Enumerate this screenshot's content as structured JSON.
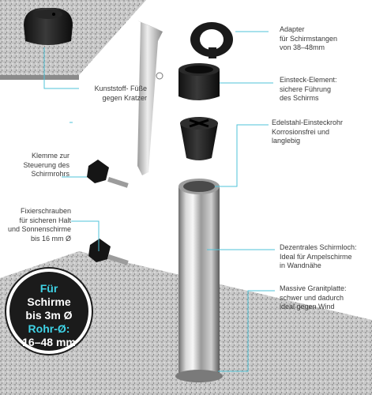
{
  "labels": {
    "adapter": [
      "Adapter",
      "für Schirmstangen",
      "von 38–48mm"
    ],
    "feet": [
      "Kunststoff- Füße",
      "gegen Kratzer"
    ],
    "insert": [
      "Einsteck-Element:",
      "sichere Führung",
      "des Schirms"
    ],
    "tube": [
      "Edelstahl-Einsteckrohr",
      "Korrosionsfrei und",
      "langlebig"
    ],
    "clamp": [
      "Klemme zur",
      "Steuerung des",
      "Schirmrohrs"
    ],
    "screws": [
      "Fixierschrauben",
      "für sicheren Halt",
      "und Sonnenschirme",
      "bis 16 mm Ø"
    ],
    "hole": [
      "Dezentrales Schirmloch:",
      "Ideal für Ampelschirme",
      "in Wandnähe"
    ],
    "granite": [
      "Massive Granitplatte:",
      "schwer und dadurch",
      "ideal gegen Wind"
    ]
  },
  "badge": {
    "line1": "Für",
    "line2": "Schirme",
    "line3": "bis 3m Ø",
    "line4": "Rohr-Ø:",
    "line5": "16–48 mm"
  },
  "colors": {
    "accent": "#3fd3e6",
    "badge_bg": "#1b1b1b",
    "text": "#3a3a3a"
  }
}
